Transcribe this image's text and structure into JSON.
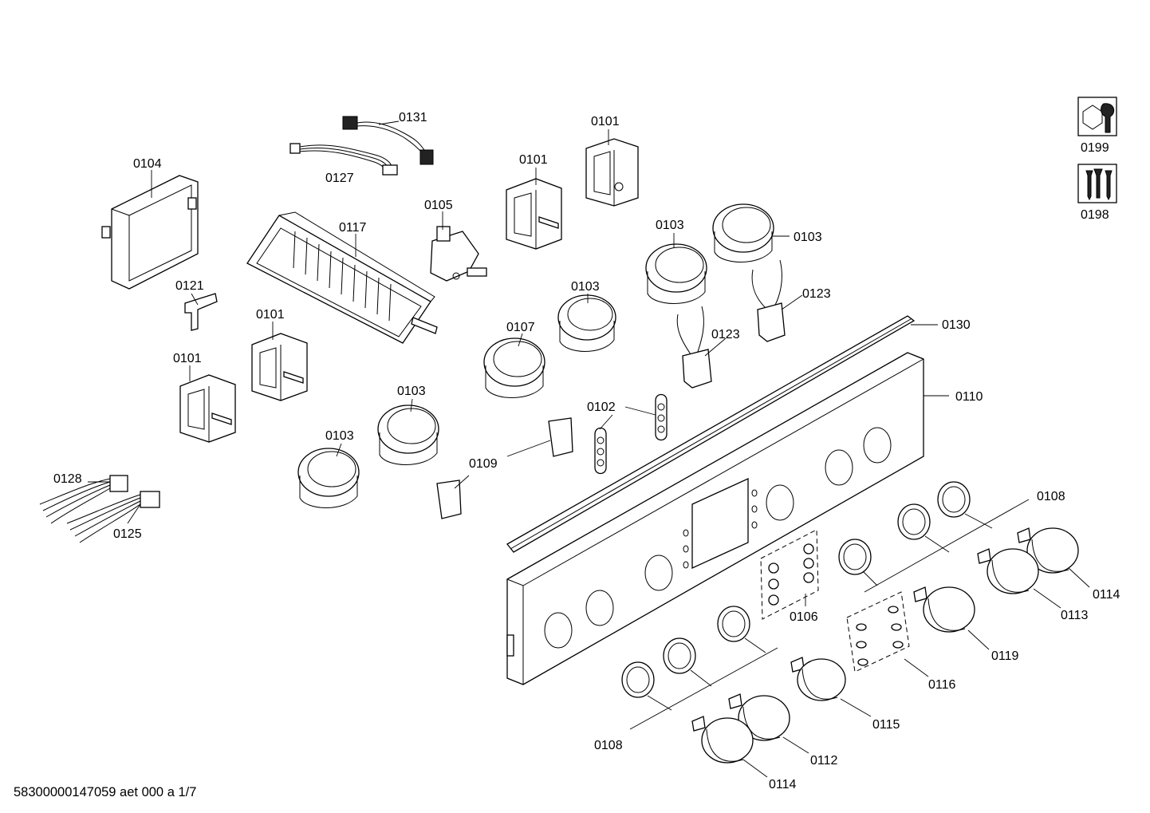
{
  "labels": {
    "l0131": "0131",
    "l0127": "0127",
    "l0104": "0104",
    "l0101a": "0101",
    "l0101b": "0101",
    "l0101c": "0101",
    "l0101d": "0101",
    "l0117": "0117",
    "l0105": "0105",
    "l0121": "0121",
    "l0103a": "0103",
    "l0103b": "0103",
    "l0103c": "0103",
    "l0103d": "0103",
    "l0103e": "0103",
    "l0107": "0107",
    "l0123a": "0123",
    "l0123b": "0123",
    "l0130": "0130",
    "l0110": "0110",
    "l0102": "0102",
    "l0109": "0109",
    "l0128": "0128",
    "l0125": "0125",
    "l0108a": "0108",
    "l0108b": "0108",
    "l0114a": "0114",
    "l0114b": "0114",
    "l0113": "0113",
    "l0106": "0106",
    "l0119": "0119",
    "l0116": "0116",
    "l0115": "0115",
    "l0112": "0112",
    "l0199": "0199",
    "l0198": "0198"
  },
  "footer": "58300000147059 aet 000 a 1/7",
  "icons": {
    "service": "wrench-nut-icon",
    "screws": "screws-icon"
  }
}
